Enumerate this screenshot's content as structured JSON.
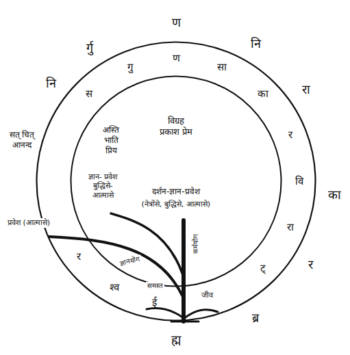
{
  "diagram": {
    "nodes": [
      {
        "text": [
          "नि",
          "र्गु",
          "ण",
          "नि",
          "रा",
          "का",
          "र",
          "ब्र",
          "ह्म"
        ]
      },
      {
        "text": [
          "स",
          "गु",
          "ण",
          "सा",
          "का",
          "र",
          "वि",
          "रा",
          "ट्",
          "ई",
          "श्व",
          "र",
          "विग्रह प्रकाश प्रेम",
          "दर्शन-ज्ञान-प्रवेश",
          "(नेत्रोंसे, बुद्धिसे, आत्मासे)",
          "अस्ति भाति प्रिय",
          "ज्ञान- प्रवेश बुद्धिसे- आत्मासे"
        ],
        "in": 0
      }
    ],
    "labels": [
      "सत् चित् आनन्द",
      "प्रवेश (आत्मासे)",
      "कर्मयोग",
      "ज्ञानयोग",
      "समस्त",
      "जीव"
    ]
  }
}
